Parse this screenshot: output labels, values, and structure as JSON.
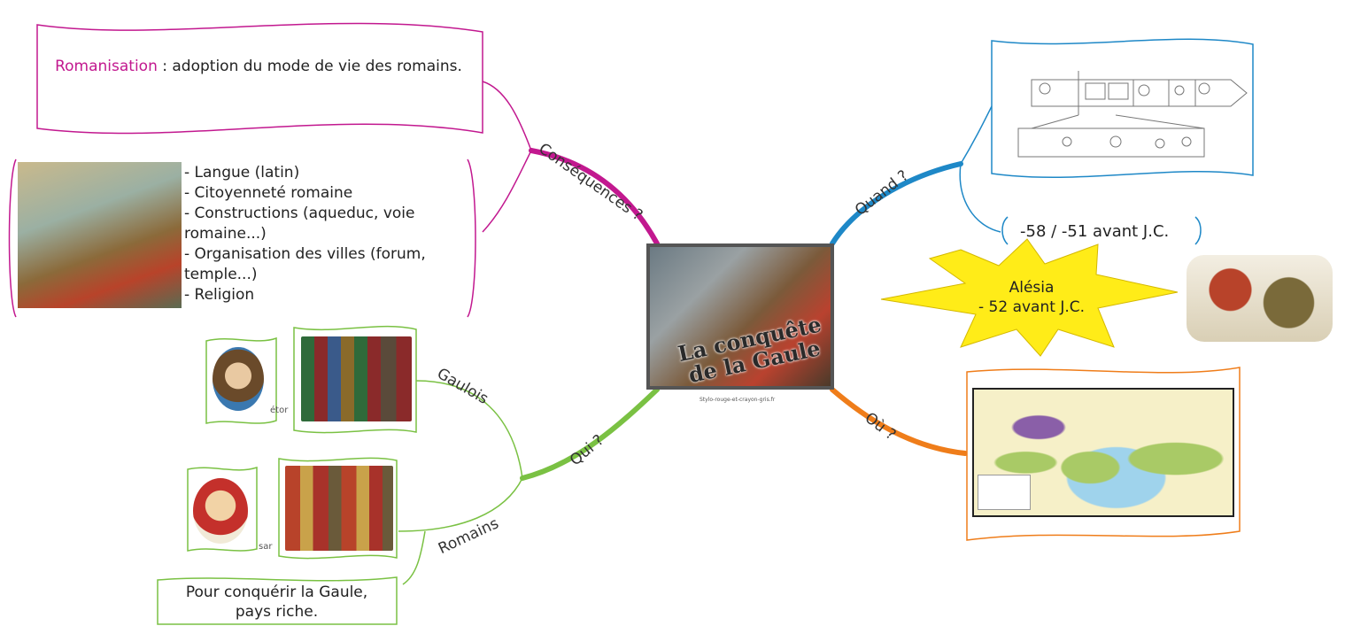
{
  "center": {
    "title_line1": "La conquête",
    "title_line2": "de la Gaule",
    "source": "Stylo-rouge-et-crayon-gris.fr"
  },
  "branches": {
    "consequences": {
      "label": "Conséquences ?",
      "color": "#c2188f",
      "romanisation_term": "Romanisation",
      "romanisation_def": " : adoption du mode de vie des romains.",
      "list": [
        "- Langue (latin)",
        "- Citoyenneté romaine",
        "- Constructions (aqueduc, voie romaine...)",
        "- Organisation des villes (forum, temple...)",
        "- Religion"
      ]
    },
    "quand": {
      "label": "Quand ?",
      "color": "#1e88c7",
      "dates": "-58 / -51 avant J.C.",
      "alesia_line1": "Alésia",
      "alesia_line2": "- 52 avant J.C."
    },
    "ou": {
      "label": "Où ?",
      "color": "#ef7d1a"
    },
    "qui": {
      "label": "Qui ?",
      "color": "#7ac143",
      "gaulois": "Gaulois",
      "romains": "Romains",
      "gaulois_caption": "étor",
      "romains_caption": "sar",
      "motive": "Pour conquérir la Gaule, pays riche."
    }
  }
}
